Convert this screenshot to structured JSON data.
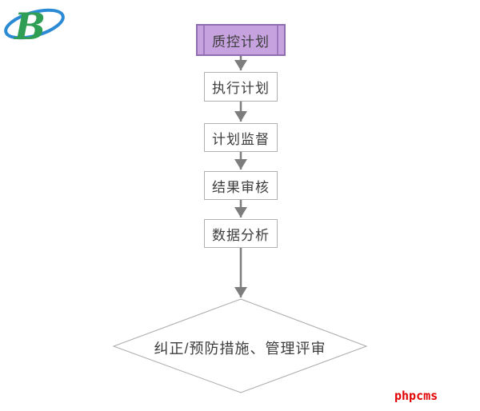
{
  "logo": {
    "letter": "B",
    "letter_color": "#2f9e55",
    "swoosh_color": "#2b8ad4"
  },
  "flow": {
    "nodes": [
      {
        "label": "质控计划",
        "shape": "predefined-process",
        "highlighted": true
      },
      {
        "label": "执行计划",
        "shape": "process",
        "highlighted": false
      },
      {
        "label": "计划监督",
        "shape": "process",
        "highlighted": false
      },
      {
        "label": "结果审核",
        "shape": "process",
        "highlighted": false
      },
      {
        "label": "数据分析",
        "shape": "process",
        "highlighted": false
      }
    ],
    "decision": {
      "label": "纠正/预防措施、管理评审",
      "shape": "diamond"
    }
  },
  "watermark": {
    "text": "phpcms",
    "color": "#e10000"
  },
  "colors": {
    "highlight_fill": "#c6a2de",
    "highlight_border": "#906cb0",
    "box_border": "#b0b0b0",
    "diamond_border": "#aaaaaa",
    "arrow": "#7d7d7d",
    "text": "#3c3c3c",
    "background": "#ffffff"
  }
}
